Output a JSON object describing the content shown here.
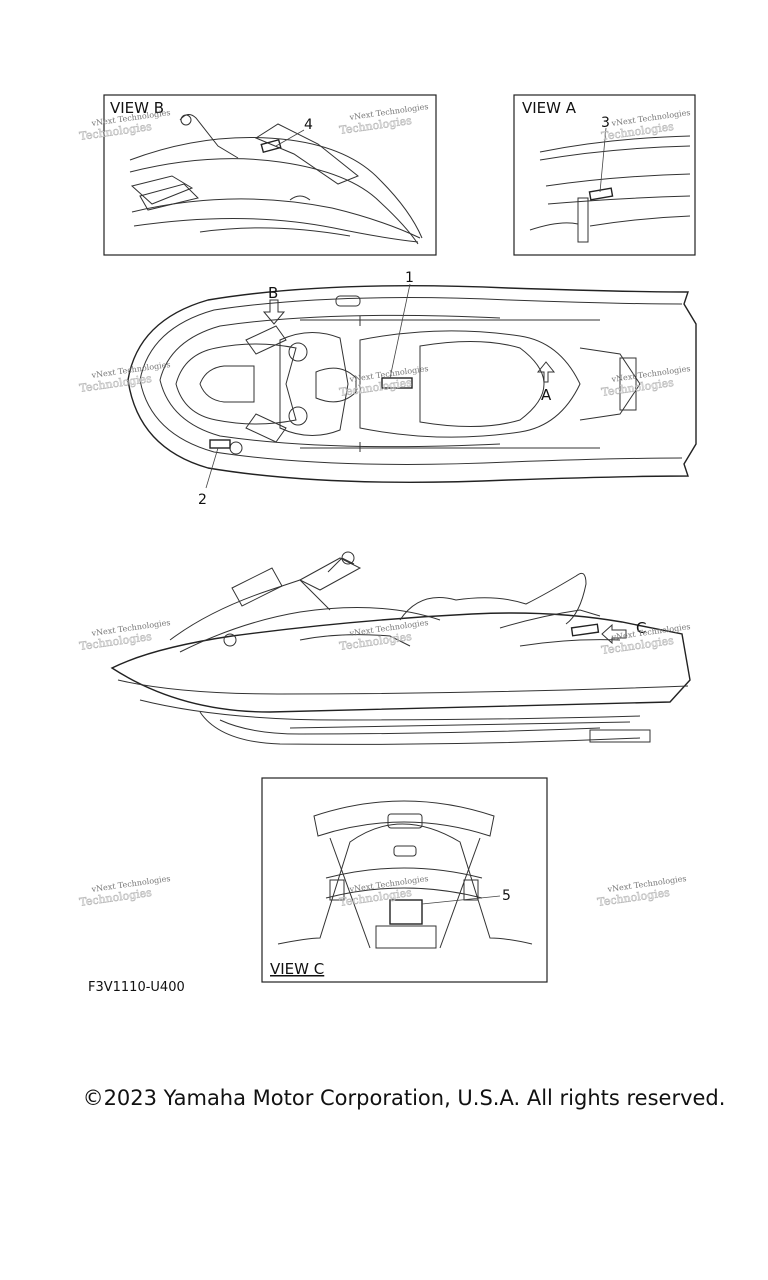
{
  "views": {
    "view_b": "VIEW B",
    "view_a": "VIEW A",
    "view_c": "VIEW C"
  },
  "arrows": {
    "a": "A",
    "b": "B",
    "c": "C"
  },
  "callouts": [
    "1",
    "2",
    "3",
    "4",
    "5"
  ],
  "watermark": {
    "line1": "vNext Technologies",
    "line2": "Technologies"
  },
  "part_code": "F3V1110-U400",
  "copyright": "©2023 Yamaha Motor Corporation, U.S.A. All rights reserved."
}
